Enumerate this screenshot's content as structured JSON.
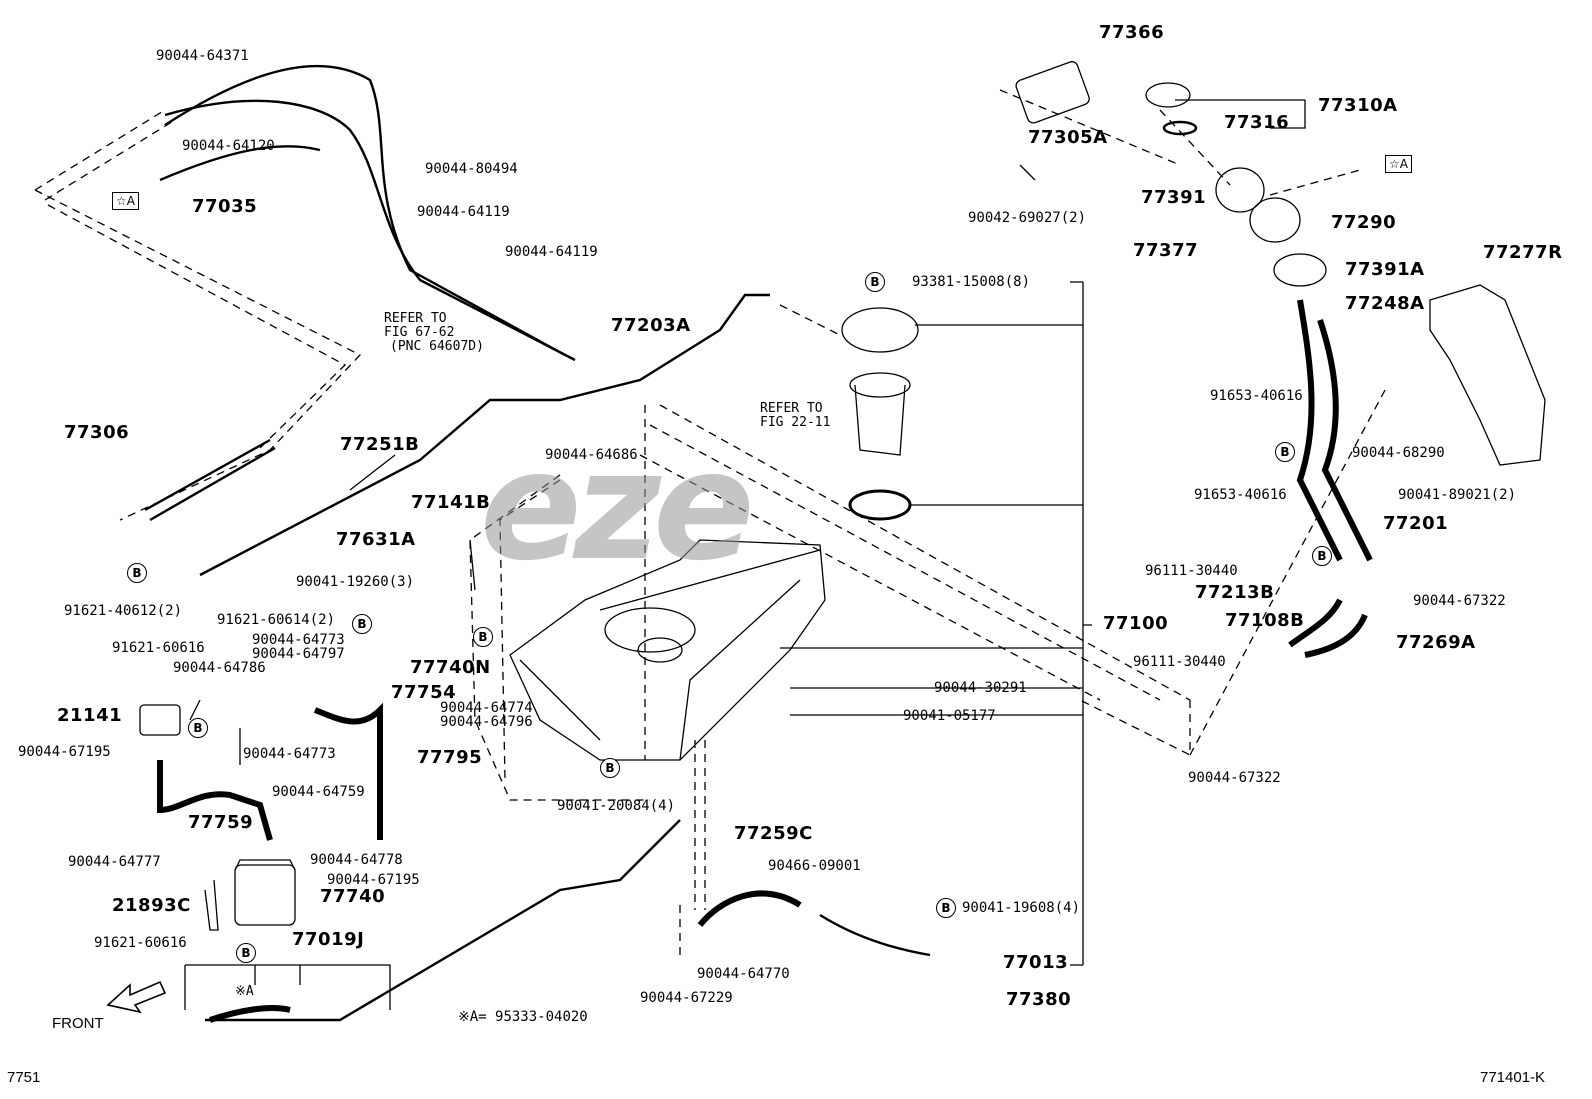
{
  "watermark": "eze",
  "footer": {
    "left": "7751",
    "right": "771401-K",
    "front": "FRONT"
  },
  "marker_letter": "B",
  "star_box": "☆A",
  "notes": {
    "refer_67_l1": "REFER TO",
    "refer_67_l2": "FIG 67-62",
    "refer_67_l3": "(PNC 64607D)",
    "refer_22_l1": "REFER TO",
    "refer_22_l2": "FIG 22-11",
    "kome_a": "※A",
    "kome_a_def": "※A= 95333-04020"
  },
  "parts": {
    "p77366": "77366",
    "p77310A": "77310A",
    "p77316": "77316",
    "p77305A": "77305A",
    "p77391": "77391",
    "p77290": "77290",
    "p90042_69027": "90042-69027(2)",
    "p77377": "77377",
    "p77391A": "77391A",
    "p77277R": "77277R",
    "p77248A": "77248A",
    "p91653_40616a": "91653-40616",
    "p90044_68290": "90044-68290",
    "p90041_89021": "90041-89021(2)",
    "p91653_40616b": "91653-40616",
    "p77201": "77201",
    "p96111_30440a": "96111-30440",
    "p77213B": "77213B",
    "p90044_67322a": "90044-67322",
    "p77108B": "77108B",
    "p77269A": "77269A",
    "p96111_30440b": "96111-30440",
    "p90044_67322b": "90044-67322",
    "p93381_15008": "93381-15008(8)",
    "p77203A": "77203A",
    "p77100": "77100",
    "p90044_30291": "90044-30291",
    "p90041_05177": "90041-05177",
    "p90041_19608": "90041-19608(4)",
    "p77013": "77013",
    "p77380": "77380",
    "p77259C": "77259C",
    "p90466_09001": "90466-09001",
    "p90044_64770": "90044-64770",
    "p90044_67229": "90044-67229",
    "p90041_20084": "90041-20084(4)",
    "p90044_64686": "90044-64686",
    "p77141B": "77141B",
    "p77631A": "77631A",
    "p90041_19260": "90041-19260(3)",
    "p91621_60614": "91621-60614(2)",
    "p90044_64773a": "90044-64773",
    "p90044_64797": "90044-64797",
    "p77740N": "77740N",
    "p77754": "77754",
    "p90044_64774": "90044-64774",
    "p90044_64796": "90044-64796",
    "p77795": "77795",
    "p90044_64773b": "90044-64773",
    "p90044_64759": "90044-64759",
    "p90044_64786": "90044-64786",
    "p91621_60616a": "91621-60616",
    "p21141": "21141",
    "p90044_67195a": "90044-67195",
    "p77759": "77759",
    "p90044_64777": "90044-64777",
    "p90044_64778": "90044-64778",
    "p90044_67195b": "90044-67195",
    "p77740": "77740",
    "p21893C": "21893C",
    "p91621_60616b": "91621-60616",
    "p77019J": "77019J",
    "p90044_64371": "90044-64371",
    "p90044_64120": "90044-64120",
    "p77035": "77035",
    "p90044_80494": "90044-80494",
    "p90044_64119a": "90044-64119",
    "p90044_64119b": "90044-64119",
    "p77306": "77306",
    "p77251B": "77251B",
    "p91621_40612": "91621-40612(2)"
  }
}
